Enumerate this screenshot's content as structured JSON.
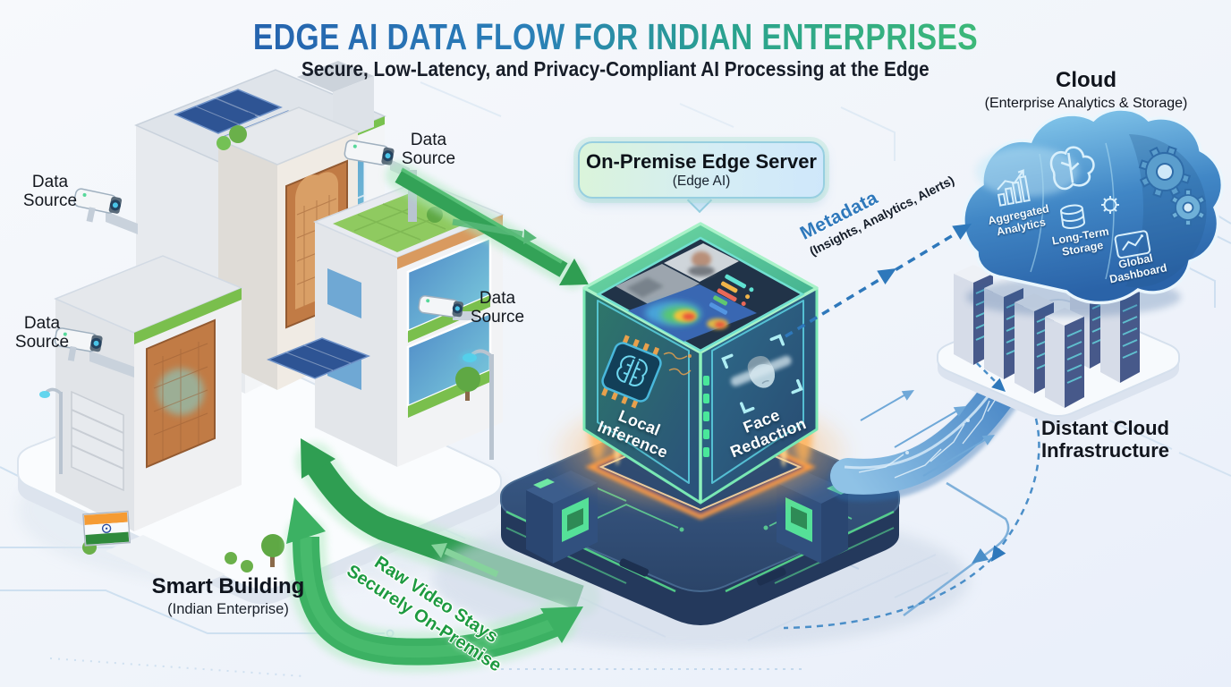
{
  "header": {
    "title": "EDGE AI DATA FLOW FOR INDIAN ENTERPRISES",
    "subtitle": "Secure, Low-Latency, and Privacy-Compliant AI Processing at the Edge"
  },
  "building": {
    "title": "Smart Building",
    "subtitle": "(Indian Enterprise)",
    "flag_icon": "india-flag-icon",
    "camera_icon": "cctv-camera-icon"
  },
  "data_sources": [
    {
      "label": "Data Source"
    },
    {
      "label": "Data Source"
    },
    {
      "label": "Data Source"
    },
    {
      "label": "Data Source"
    }
  ],
  "edge_server": {
    "callout_title": "On-Premise Edge Server",
    "callout_subtitle": "(Edge AI)",
    "left_face": {
      "label": "Local Inference",
      "icon": "ai-chip-icon"
    },
    "right_face": {
      "label": "Face Redaction",
      "icon": "face-scan-icon"
    },
    "top_face_icons": [
      "video-feed-icon",
      "heatmap-icon",
      "stats-bars-icon"
    ]
  },
  "flows": {
    "raw_video": {
      "label": "Raw Video Stays Securely On-Premise",
      "line1": "Raw Video Stays",
      "line2": "Securely On-Premise"
    },
    "metadata": {
      "title": "Metadata",
      "subtitle": "(Insights, Analytics, Alerts)"
    }
  },
  "cloud": {
    "title": "Cloud",
    "subtitle": "(Enterprise Analytics & Storage)",
    "services": [
      {
        "label": "Aggregated Analytics",
        "icon": "bar-chart-icon"
      },
      {
        "label": "Long-Term Storage",
        "icon": "database-icon"
      },
      {
        "label": "Global Dashboard",
        "icon": "dashboard-icon"
      }
    ],
    "extra_icons": [
      "brain-icon",
      "gear-icon"
    ]
  },
  "distant_cloud": {
    "line1": "Distant Cloud",
    "line2": "Infrastructure"
  },
  "colors": {
    "title_blue": "#2563ae",
    "title_green": "#3cb878",
    "flow_green": "#2f9e52",
    "metadata_blue": "#2e78bb",
    "cloud_blue": "#2d6cb0",
    "edge_glow_orange": "#ff9c42",
    "server_navy": "#2a4168"
  }
}
